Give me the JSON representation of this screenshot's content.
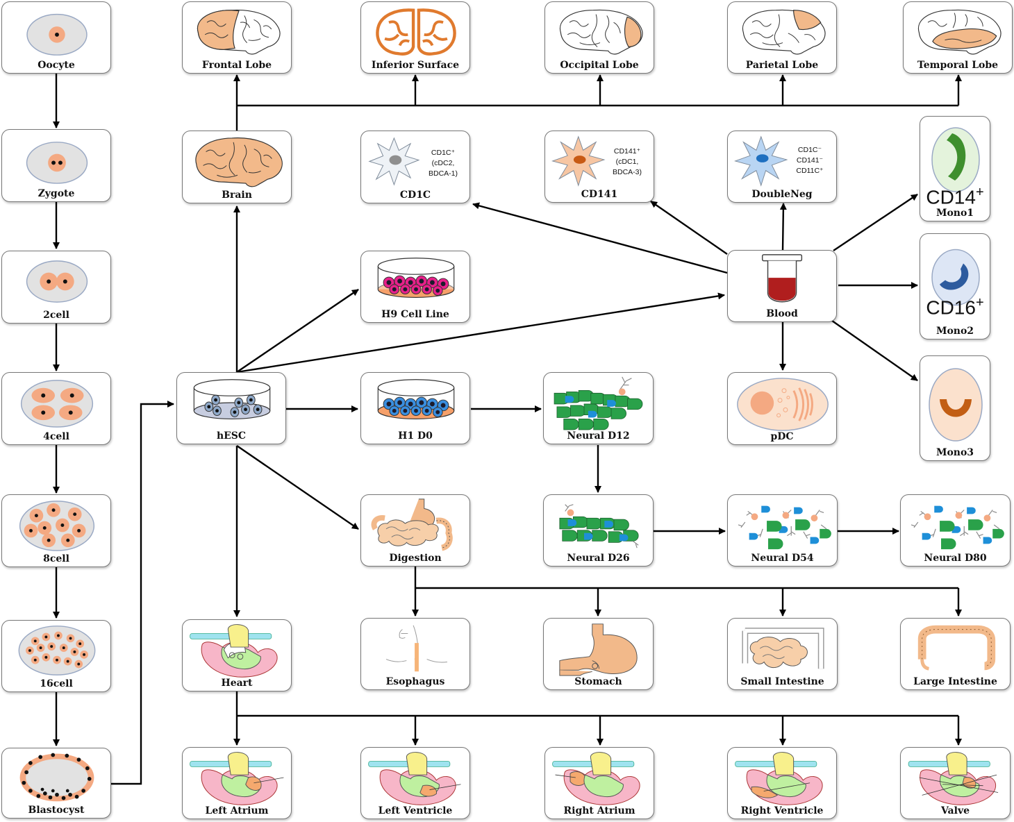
{
  "nodes": {
    "oocyte": {
      "label": "Oocyte"
    },
    "zygote": {
      "label": "Zygote"
    },
    "cell2": {
      "label": "2cell"
    },
    "cell4": {
      "label": "4cell"
    },
    "cell8": {
      "label": "8cell"
    },
    "cell16": {
      "label": "16cell"
    },
    "blastocyst": {
      "label": "Blastocyst"
    },
    "frontal": {
      "label": "Frontal Lobe"
    },
    "inferior": {
      "label": "Inferior Surface"
    },
    "occipital": {
      "label": "Occipital Lobe"
    },
    "parietal": {
      "label": "Parietal Lobe"
    },
    "temporal": {
      "label": "Temporal Lobe"
    },
    "brain": {
      "label": "Brain"
    },
    "cd1c": {
      "label": "CD1C",
      "markers": [
        "CD1C⁺",
        "(cDC2,",
        "BDCA-1)"
      ]
    },
    "cd141": {
      "label": "CD141",
      "markers": [
        "CD141⁺",
        "(cDC1,",
        "BDCA-3)"
      ]
    },
    "doubleneg": {
      "label": "DoubleNeg",
      "markers": [
        "CD1C⁻",
        "CD141⁻",
        "CD11C⁺"
      ]
    },
    "mono1": {
      "label": "Mono1",
      "marker": "CD14",
      "sup": "+"
    },
    "mono2": {
      "label": "Mono2",
      "marker": "CD16",
      "sup": "+"
    },
    "mono3": {
      "label": "Mono3"
    },
    "h9": {
      "label": "H9 Cell Line"
    },
    "blood": {
      "label": "Blood"
    },
    "hesc": {
      "label": "hESC"
    },
    "h1d0": {
      "label": "H1 D0"
    },
    "neural12": {
      "label": "Neural D12"
    },
    "pdc": {
      "label": "pDC"
    },
    "digestion": {
      "label": "Digestion"
    },
    "neural26": {
      "label": "Neural D26"
    },
    "neural54": {
      "label": "Neural D54"
    },
    "neural80": {
      "label": "Neural D80"
    },
    "heart": {
      "label": "Heart"
    },
    "esophagus": {
      "label": "Esophagus"
    },
    "stomach": {
      "label": "Stomach"
    },
    "smallint": {
      "label": "Small Intestine"
    },
    "largeint": {
      "label": "Large Intestine"
    },
    "latrium": {
      "label": "Left Atrium"
    },
    "lventricle": {
      "label": "Left Ventricle"
    },
    "ratrium": {
      "label": "Right Atrium"
    },
    "rventricle": {
      "label": "Right Ventricle"
    },
    "valve": {
      "label": "Valve"
    }
  },
  "colors": {
    "cell": "#f4a982",
    "nucleus": "#111111",
    "dish": "#e2e2e2",
    "brain": "#f2b98a",
    "neural_green": "#2aa14a",
    "neural_blue": "#1e8fd8",
    "blood": "#b01e1e",
    "heart_pink": "#f7b6c8",
    "heart_green": "#bff0a0",
    "heart_yellow": "#f8f08c",
    "heart_cyan": "#9fe3ef"
  }
}
